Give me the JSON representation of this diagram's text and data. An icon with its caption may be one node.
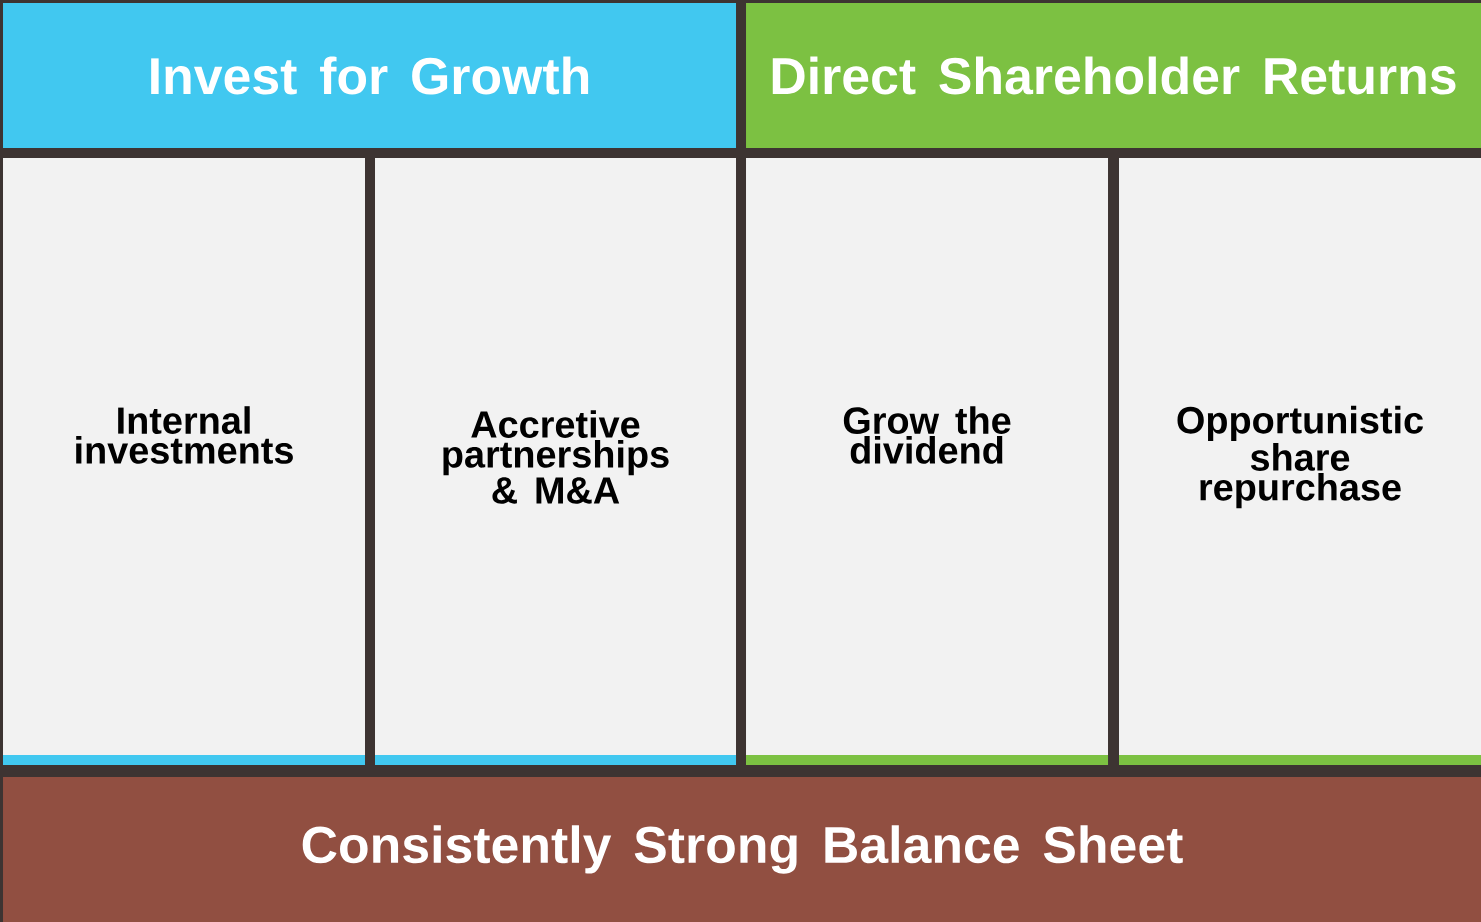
{
  "diagram": {
    "nodes": [
      {
        "text": [
          "Invest for Growth"
        ]
      },
      {
        "text": [
          "Direct Shareholder Returns"
        ]
      },
      {
        "text": [
          "Internal investments"
        ]
      },
      {
        "text": [
          "Accretive partnerships & M&A"
        ]
      },
      {
        "text": [
          "Grow the dividend"
        ]
      },
      {
        "text": [
          "Opportunistic share repurchase"
        ]
      },
      {
        "text": [
          "Consistently Strong Balance Sheet"
        ]
      }
    ]
  }
}
